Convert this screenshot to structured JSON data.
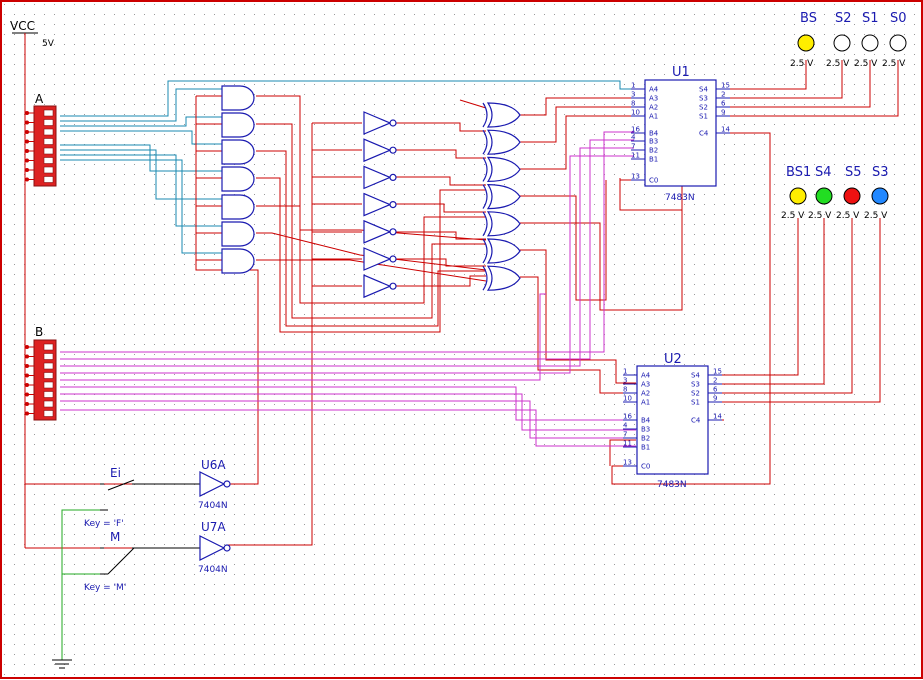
{
  "colors": {
    "background": "#ffffff",
    "grid_dot": "#9a9a9a",
    "border": "#cc0000",
    "wire_red": "#cc0000",
    "wire_cyan": "#1a8ab0",
    "wire_magenta": "#cc33cc",
    "wire_green": "#22aa22",
    "wire_black": "#000000",
    "component": "#1a1ab0",
    "dip_switch": "#dd2222",
    "probe_yellow": "#ffee00",
    "probe_green": "#22dd22",
    "probe_red": "#ee1111",
    "probe_blue": "#2288ff"
  },
  "power": {
    "label": "VCC",
    "voltage": "5V"
  },
  "dip_a": {
    "label": "A"
  },
  "dip_b": {
    "label": "B"
  },
  "chips": {
    "u1": {
      "label": "U1",
      "part": "7483N"
    },
    "u2": {
      "label": "U2",
      "part": "7483N"
    },
    "u6a": {
      "label": "U6A",
      "part": "7404N"
    },
    "u7a": {
      "label": "U7A",
      "part": "7404N"
    }
  },
  "adder_pins": {
    "left": [
      {
        "num": "1",
        "name": "A4"
      },
      {
        "num": "3",
        "name": "A3"
      },
      {
        "num": "8",
        "name": "A2"
      },
      {
        "num": "10",
        "name": "A1"
      },
      {
        "num": "16",
        "name": "B4"
      },
      {
        "num": "4",
        "name": "B3"
      },
      {
        "num": "7",
        "name": "B2"
      },
      {
        "num": "11",
        "name": "B1"
      },
      {
        "num": "13",
        "name": "C0"
      }
    ],
    "right": [
      {
        "num": "15",
        "name": "S4"
      },
      {
        "num": "2",
        "name": "S3"
      },
      {
        "num": "6",
        "name": "S2"
      },
      {
        "num": "9",
        "name": "S1"
      },
      {
        "num": "14",
        "name": "C4"
      }
    ]
  },
  "switches": {
    "ei": {
      "label": "Ei",
      "key": "Key = 'F'"
    },
    "m": {
      "label": "M",
      "key": "Key = 'M'"
    }
  },
  "probes_top": [
    {
      "label": "BS",
      "voltage": "2.5 V",
      "color": "#ffee00"
    },
    {
      "label": "S2",
      "voltage": "2.5 V",
      "color": "#ffffff"
    },
    {
      "label": "S1",
      "voltage": "2.5 V",
      "color": "#ffffff"
    },
    {
      "label": "S0",
      "voltage": "2.5 V",
      "color": "#ffffff"
    }
  ],
  "probes_bottom": [
    {
      "label": "BS1",
      "voltage": "2.5 V",
      "color": "#ffee00"
    },
    {
      "label": "S4",
      "voltage": "2.5 V",
      "color": "#22dd22"
    },
    {
      "label": "S5",
      "voltage": "2.5 V",
      "color": "#ee1111"
    },
    {
      "label": "S3",
      "voltage": "2.5 V",
      "color": "#2288ff"
    }
  ]
}
